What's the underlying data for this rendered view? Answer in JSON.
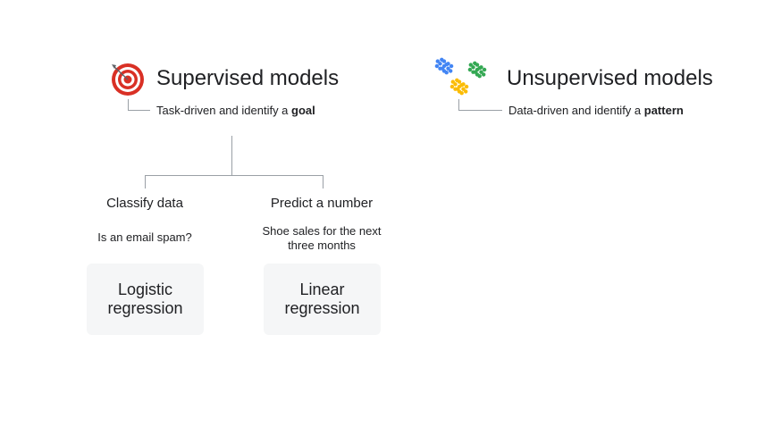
{
  "supervised": {
    "title": "Supervised models",
    "subtitle_prefix": "Task-driven and identify a ",
    "subtitle_emphasis": "goal",
    "icon": "target-icon",
    "branches": [
      {
        "title": "Classify data",
        "description": "Is an email spam?",
        "algorithm_line1": "Logistic",
        "algorithm_line2": "regression"
      },
      {
        "title": "Predict a number",
        "description_line1": "Shoe sales for the next",
        "description_line2": "three months",
        "algorithm_line1": "Linear",
        "algorithm_line2": "regression"
      }
    ]
  },
  "unsupervised": {
    "title": "Unsupervised models",
    "subtitle_prefix": "Data-driven and identify a ",
    "subtitle_emphasis": "pattern",
    "icon": "clusters-icon"
  },
  "colors": {
    "target_red": "#d93025",
    "cluster_blue": "#4285f4",
    "cluster_green": "#34a853",
    "cluster_yellow": "#fbbc04",
    "connector": "#9aa0a6",
    "box_bg": "#f5f6f7"
  }
}
